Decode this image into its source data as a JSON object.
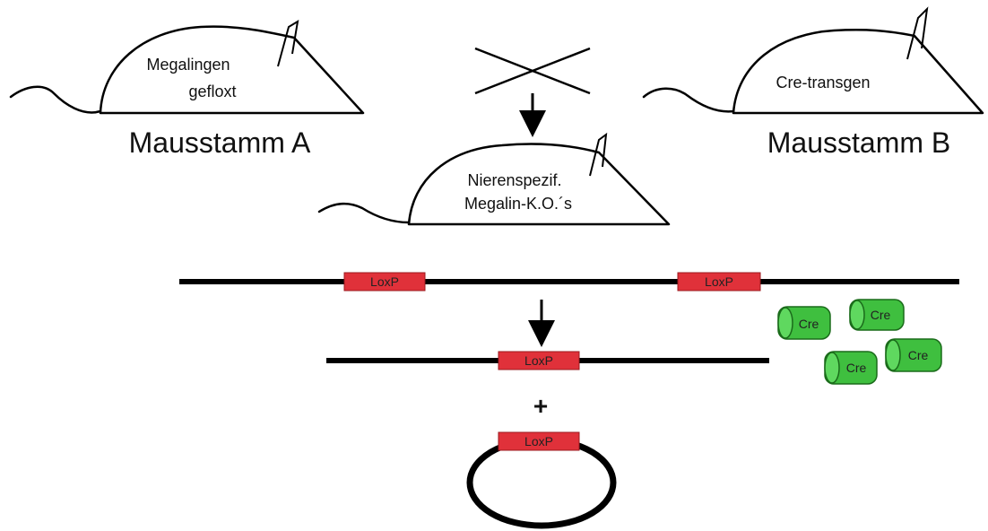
{
  "mice": {
    "a": {
      "body_label": [
        "Megalingen",
        "gefloxt"
      ],
      "strain_label": "Mausstamm A"
    },
    "b": {
      "body_label": [
        "Cre-transgen"
      ],
      "strain_label": "Mausstamm B"
    },
    "offspring": {
      "body_label": [
        "Nierenspezif.",
        "Megalin-K.O.´s"
      ]
    }
  },
  "loxp_label": "LoxP",
  "cre_label": "Cre",
  "plus_sign": "+",
  "colors": {
    "loxp": "#e0313a",
    "cre": "#3fbf3f",
    "dna": "#000000"
  }
}
